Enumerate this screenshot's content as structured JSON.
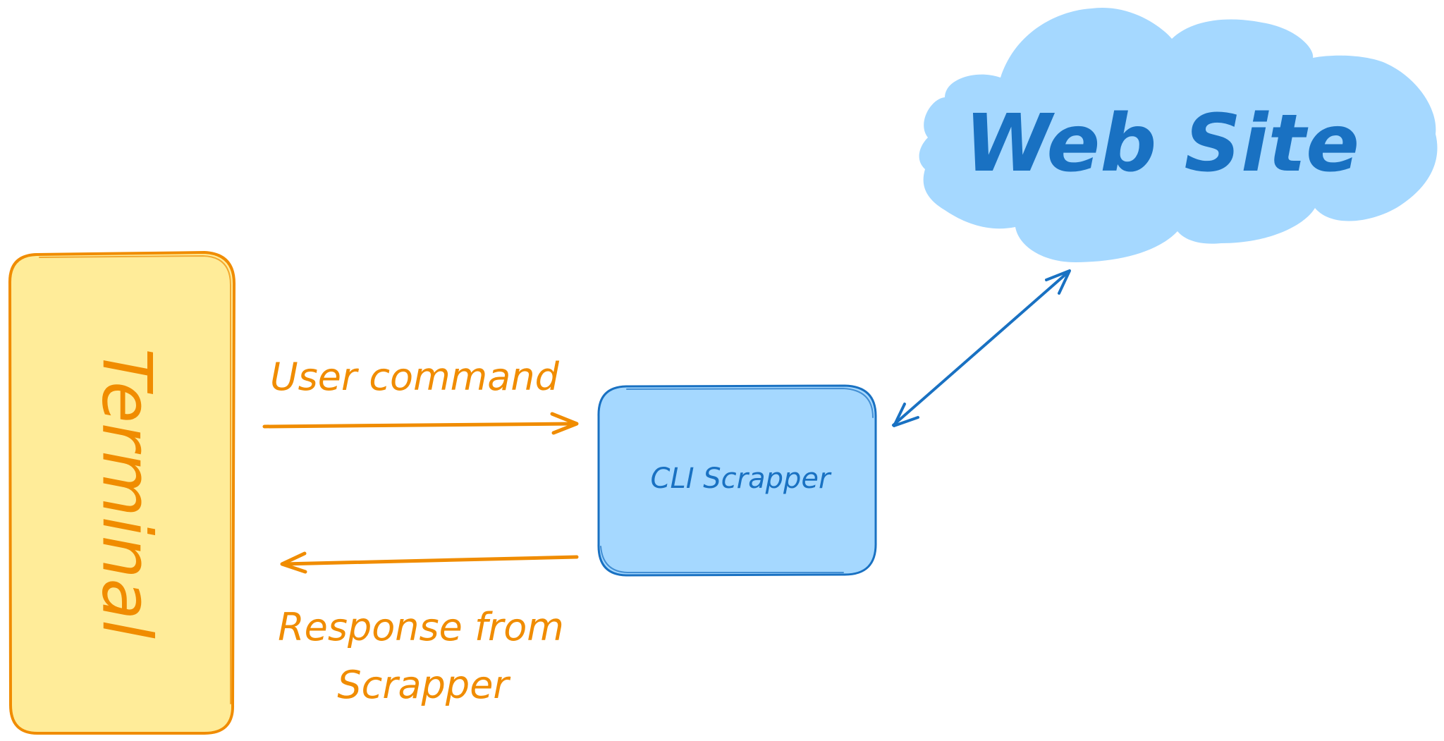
{
  "nodes": {
    "terminal": {
      "label": "Terminal"
    },
    "cli": {
      "label": "CLI Scrapper"
    },
    "website": {
      "label": "Web Site"
    }
  },
  "edges": {
    "request": {
      "label": "User command"
    },
    "response": {
      "label_line1": "Response from",
      "label_line2": "Scrapper"
    }
  },
  "colors": {
    "orange": "#f08c00",
    "yellow_fill": "#ffec99",
    "blue": "#1971c2",
    "blue_fill": "#a5d8ff",
    "background": "#ffffff"
  }
}
